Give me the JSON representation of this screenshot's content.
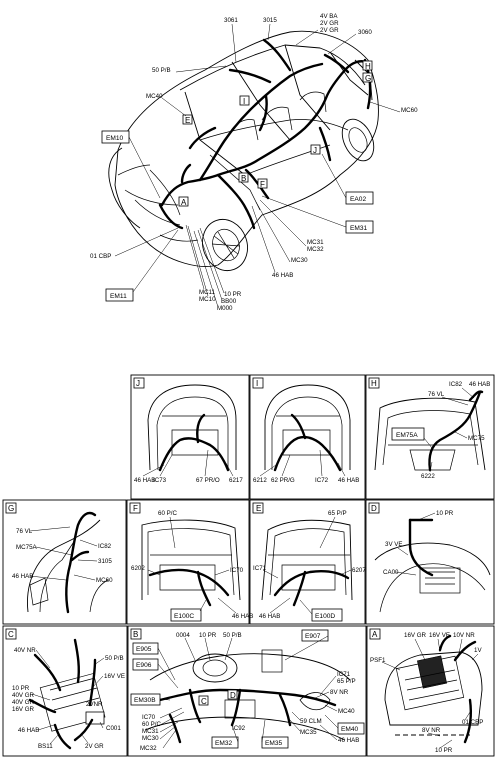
{
  "main_view": {
    "labels": {
      "l3061": "3061",
      "l3015": "3015",
      "l4vba": "4V BA",
      "l2vgr": "2V GR",
      "l2vgr2": "2V GR",
      "l3060": "3060",
      "l50pb": "50 P/B",
      "mc40": "MC40",
      "mc60": "MC60",
      "em10": "EM10",
      "ea02": "EA02",
      "em31": "EM31",
      "mc31": "MC31",
      "mc32": "MC32",
      "mc30": "MC30",
      "h46hab": "46 HAB",
      "l01cbp": "01 CBP",
      "em11": "EM11",
      "mc11": "MC11",
      "mc10": "MC10",
      "l10pr": "10 PR",
      "bb00": "BB00",
      "m000": "M000"
    },
    "points": {
      "e": "E",
      "i": "I",
      "h": "H",
      "g": "G",
      "j": "J",
      "b": "B",
      "f": "F",
      "a": "A"
    }
  },
  "panels": {
    "j": {
      "letter": "J",
      "labels": {
        "a": "46 HAB",
        "b": "IC73",
        "c": "67 PR/O",
        "d": "6217"
      }
    },
    "i": {
      "letter": "I",
      "labels": {
        "a": "6212",
        "b": "62 PR/G",
        "c": "IC72",
        "d": "46 HAB"
      }
    },
    "h": {
      "letter": "H",
      "labels": {
        "a": "IC82",
        "b": "46 HAB",
        "c": "76 VL",
        "d": "EM75A",
        "e": "MC75",
        "f": "6222"
      }
    },
    "g": {
      "letter": "G",
      "labels": {
        "a": "76 VL",
        "b": "MC75A",
        "c": "IC82",
        "d": "3105",
        "e": "46 HAB",
        "f": "MC60"
      }
    },
    "f": {
      "letter": "F",
      "labels": {
        "a": "60 P/C",
        "b": "6202",
        "c": "IC70",
        "d": "E100C",
        "e": "46 HAB"
      }
    },
    "e": {
      "letter": "E",
      "labels": {
        "a": "65 P/P",
        "b": "IC71",
        "c": "6207",
        "d": "46 HAB",
        "e": "E100D"
      }
    },
    "d": {
      "letter": "D",
      "labels": {
        "a": "10 PR",
        "b": "3V VE",
        "c": "CA00"
      }
    },
    "c": {
      "letter": "C",
      "labels": {
        "a": "40V NR",
        "b": "50 P/B",
        "c": "16V VE",
        "d": "10 PR",
        "e": "40V GR",
        "f": "40V GR",
        "g": "16V GR",
        "h": "2VNR",
        "i": "C001",
        "j": "46 HAB",
        "k": "BS11",
        "l": "2V GR"
      }
    },
    "b": {
      "letter": "B",
      "labels": {
        "a": "0004",
        "b": "10 PR",
        "c": "50 P/B",
        "d": "E907",
        "e": "E905",
        "f": "E906",
        "g": "IC71",
        "h": "65 P/P",
        "i": "8V NR",
        "j": "MC40",
        "k": "EM30B",
        "l": "IC70",
        "m": "60 P/C",
        "n": "MC31",
        "o": "MC30",
        "p": "MC32",
        "q": "IC92",
        "r": "EM32",
        "s": "EM35",
        "t": "59 CLM",
        "u": "MC35",
        "v": "EM40",
        "w": "46 HAB",
        "x": "C",
        "y": "D"
      }
    },
    "a": {
      "letter": "A",
      "labels": {
        "a": "16V GR",
        "b": "16V VE",
        "c": "10V NR",
        "d": "PSF1",
        "e": "1V",
        "f": "01 CBP",
        "g": "8V NR",
        "h": "10 PR"
      }
    }
  }
}
